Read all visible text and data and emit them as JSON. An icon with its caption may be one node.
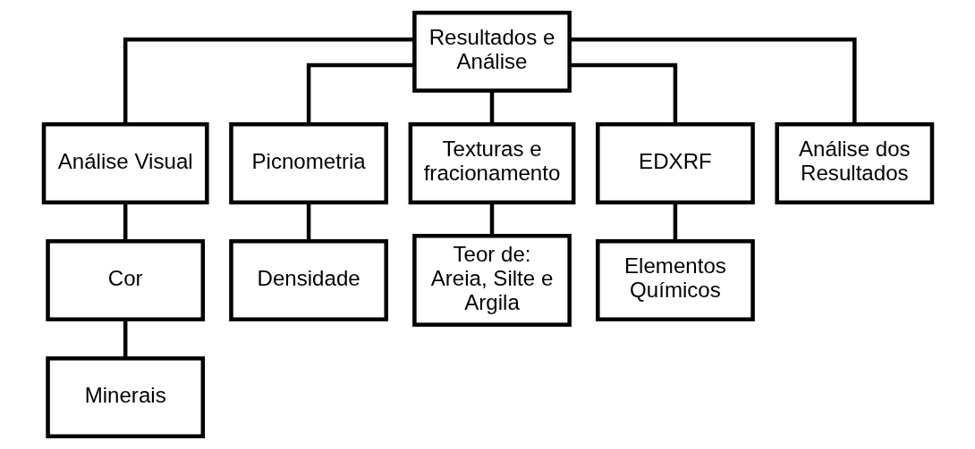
{
  "diagram": {
    "nodes": [
      {
        "text": [
          "Resultados e Análise"
        ]
      },
      {
        "text": [
          "Análise Visual"
        ]
      },
      {
        "text": [
          "Picnometria"
        ]
      },
      {
        "text": [
          "Texturas e fracionamento"
        ]
      },
      {
        "text": [
          "EDXRF"
        ]
      },
      {
        "text": [
          "Análise dos Resultados"
        ]
      },
      {
        "text": [
          "Cor"
        ]
      },
      {
        "text": [
          "Densidade"
        ]
      },
      {
        "text": [
          "Teor de: Areia, Silte e Argila"
        ]
      },
      {
        "text": [
          "Elementos Químicos"
        ]
      },
      {
        "text": [
          "Minerais"
        ]
      }
    ],
    "edges": [
      {
        "from": 0,
        "to": 1,
        "arrow": "none"
      },
      {
        "from": 0,
        "to": 2,
        "arrow": "none"
      },
      {
        "from": 0,
        "to": 3,
        "arrow": "none"
      },
      {
        "from": 0,
        "to": 4,
        "arrow": "none"
      },
      {
        "from": 0,
        "to": 5,
        "arrow": "none"
      },
      {
        "from": 1,
        "to": 6,
        "arrow": "none"
      },
      {
        "from": 2,
        "to": 7,
        "arrow": "none"
      },
      {
        "from": 3,
        "to": 8,
        "arrow": "none"
      },
      {
        "from": 4,
        "to": 9,
        "arrow": "none"
      },
      {
        "from": 6,
        "to": 10,
        "arrow": "none"
      }
    ]
  }
}
